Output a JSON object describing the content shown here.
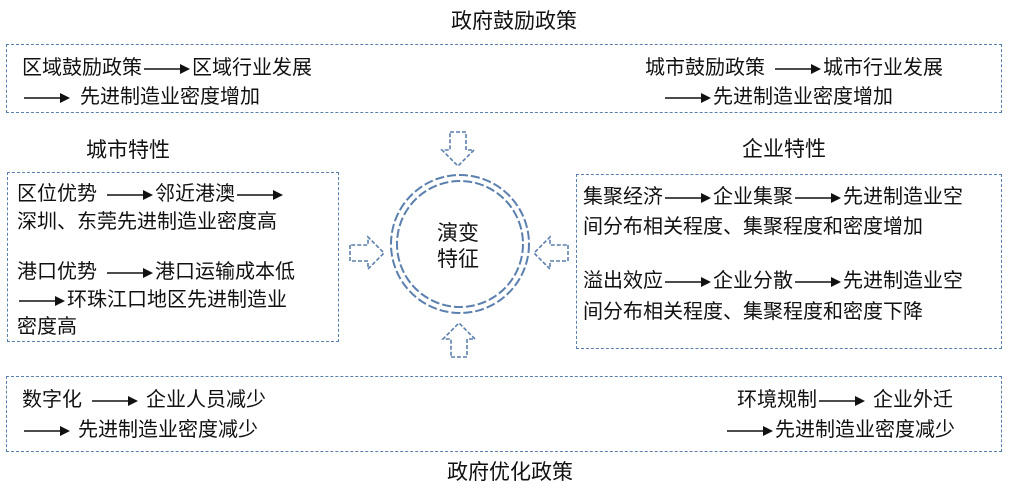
{
  "titles": {
    "top": "政府鼓励政策",
    "city": "城市特性",
    "enterprise": "企业特性",
    "bottom": "政府优化政策",
    "center_line1": "演变",
    "center_line2": "特征"
  },
  "top_box": {
    "left": {
      "a": "区域鼓励政策",
      "b": "区域行业发展",
      "c": "先进制造业密度增加"
    },
    "right": {
      "a": "城市鼓励政策",
      "b": "城市行业发展",
      "c": "先进制造业密度增加"
    }
  },
  "city_box": {
    "loc_a": "区位优势",
    "loc_b": "邻近港澳",
    "loc_c": "深圳、东莞先进制造业密度高",
    "port_a": "港口优势",
    "port_b": "港口运输成本低",
    "port_c": "环珠江口地区先进制造业",
    "port_d": "密度高"
  },
  "enterprise_box": {
    "agg_a": "集聚经济",
    "agg_b": "企业集聚",
    "agg_c": "先进制造业空",
    "agg_d": "间分布相关程度、集聚程度和密度增加",
    "spill_a": "溢出效应",
    "spill_b": "企业分散",
    "spill_c": "先进制造业空",
    "spill_d": "间分布相关程度、集聚程度和密度下降"
  },
  "bottom_box": {
    "left": {
      "a": "数字化",
      "b": "企业人员减少",
      "c": "先进制造业密度减少"
    },
    "right": {
      "a": "环境规制",
      "b": "企业外迁",
      "c": "先进制造业密度减少"
    }
  },
  "colors": {
    "border": "#5b7fae",
    "arrow_fill": "#ffffff"
  }
}
